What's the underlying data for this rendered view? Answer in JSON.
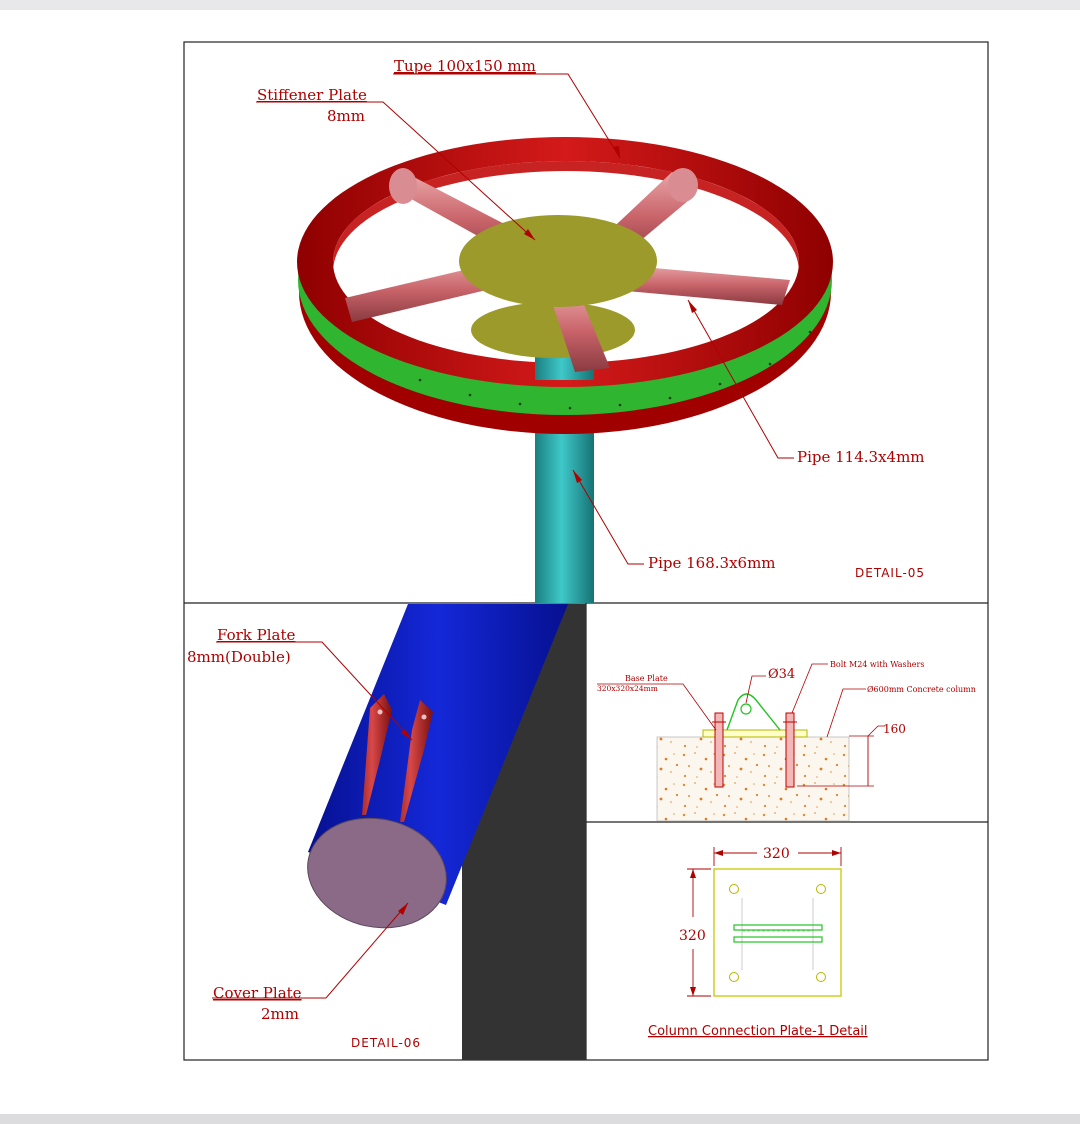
{
  "detail05": {
    "tag": "DETAIL-05",
    "labels": {
      "tube": "Tupe 100x150 mm",
      "stiffener_line1": "Stiffener Plate",
      "stiffener_line2": "8mm",
      "pipe_small": "Pipe 114.3x4mm",
      "pipe_large": "Pipe 168.3x6mm"
    }
  },
  "detail06": {
    "tag": "DETAIL-06",
    "labels": {
      "fork_line1": "Fork Plate",
      "fork_line2": "8mm(Double)",
      "cover_line1": "Cover Plate",
      "cover_line2": "2mm"
    }
  },
  "section": {
    "base_plate_line1": "Base Plate",
    "base_plate_line2": "320x320x24mm",
    "hole_dia": "Ø34",
    "bolt": "Bolt M24 with Washers",
    "column": "Ø600mm Concrete column",
    "embed_depth": "160"
  },
  "plan": {
    "width": "320",
    "height": "320",
    "title": "Column Connection Plate-1 Detail"
  },
  "colors": {
    "ring_red": "#b30000",
    "ring_green": "#2fb52f",
    "spoke_pink": "#c8646a",
    "stiffener_olive": "#9b9a2a",
    "column_teal": "#2aa7a8",
    "cylinder_blue": "#0a1ab3",
    "cover_mauve": "#8a6a86",
    "post_dark": "#333333",
    "label_red": "#b00000"
  }
}
